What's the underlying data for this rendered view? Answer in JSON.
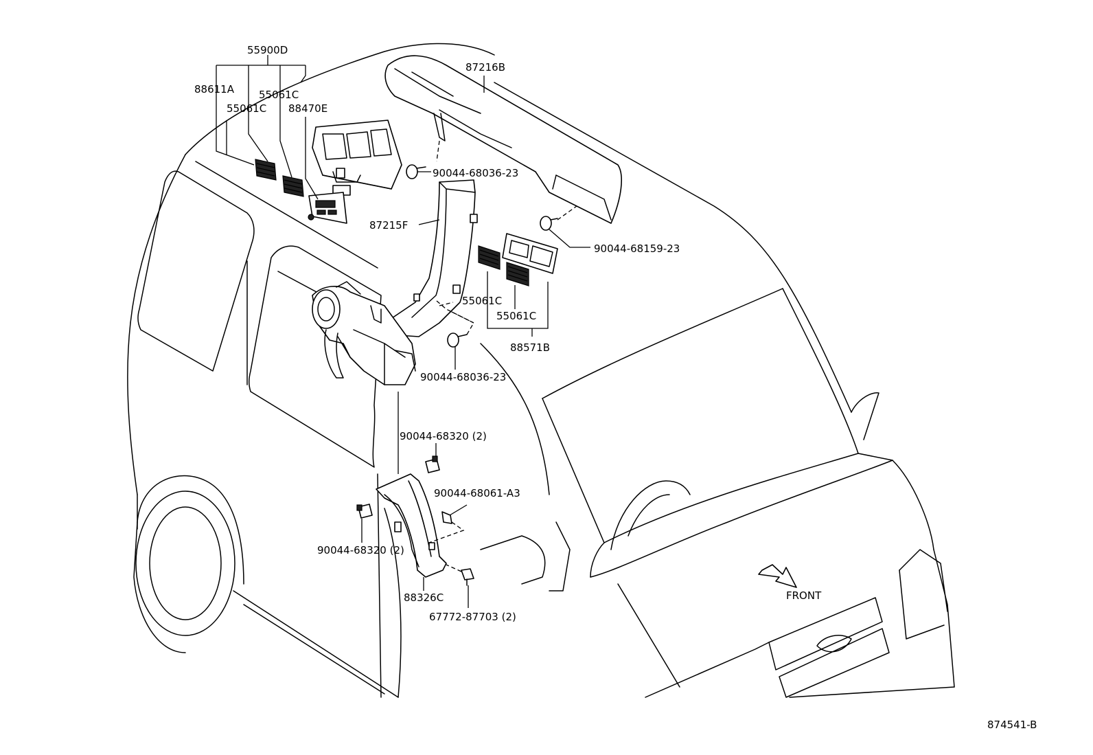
{
  "diagram": {
    "ref_number": "874541-B",
    "front_label": "FRONT",
    "parts": {
      "p55900D": "55900D",
      "p87216B": "87216B",
      "p88611A": "88611A",
      "p55061C_a": "55061C",
      "p55061C_b": "55061C",
      "p88470E": "88470E",
      "p90044_68036_23_a": "90044-68036-23",
      "p87215F": "87215F",
      "p90044_68159_23": "90044-68159-23",
      "p55061C_c": "55061C",
      "p55061C_d": "55061C",
      "p88571B": "88571B",
      "p90044_68036_23_b": "90044-68036-23",
      "p90044_68320_a": "90044-68320 (2)",
      "p90044_68061_A3": "90044-68061-A3",
      "p90044_68320_b": "90044-68320 (2)",
      "p88326C": "88326C",
      "p67772_87703": "67772-87703 (2)"
    }
  }
}
